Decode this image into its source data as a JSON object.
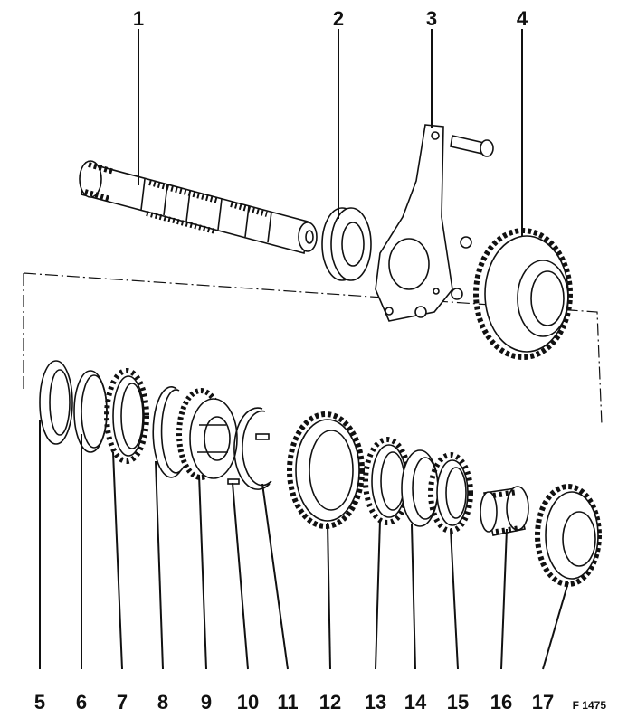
{
  "figure_code": "F 1475",
  "callouts": [
    {
      "id": 1,
      "text": "1"
    },
    {
      "id": 2,
      "text": "2"
    },
    {
      "id": 3,
      "text": "3"
    },
    {
      "id": 4,
      "text": "4"
    },
    {
      "id": 5,
      "text": "5"
    },
    {
      "id": 6,
      "text": "6"
    },
    {
      "id": 7,
      "text": "7"
    },
    {
      "id": 8,
      "text": "8"
    },
    {
      "id": 9,
      "text": "9"
    },
    {
      "id": 10,
      "text": "10"
    },
    {
      "id": 11,
      "text": "11"
    },
    {
      "id": 12,
      "text": "12"
    },
    {
      "id": 13,
      "text": "13"
    },
    {
      "id": 14,
      "text": "14"
    },
    {
      "id": 15,
      "text": "15"
    },
    {
      "id": 16,
      "text": "16"
    },
    {
      "id": 17,
      "text": "17"
    }
  ]
}
